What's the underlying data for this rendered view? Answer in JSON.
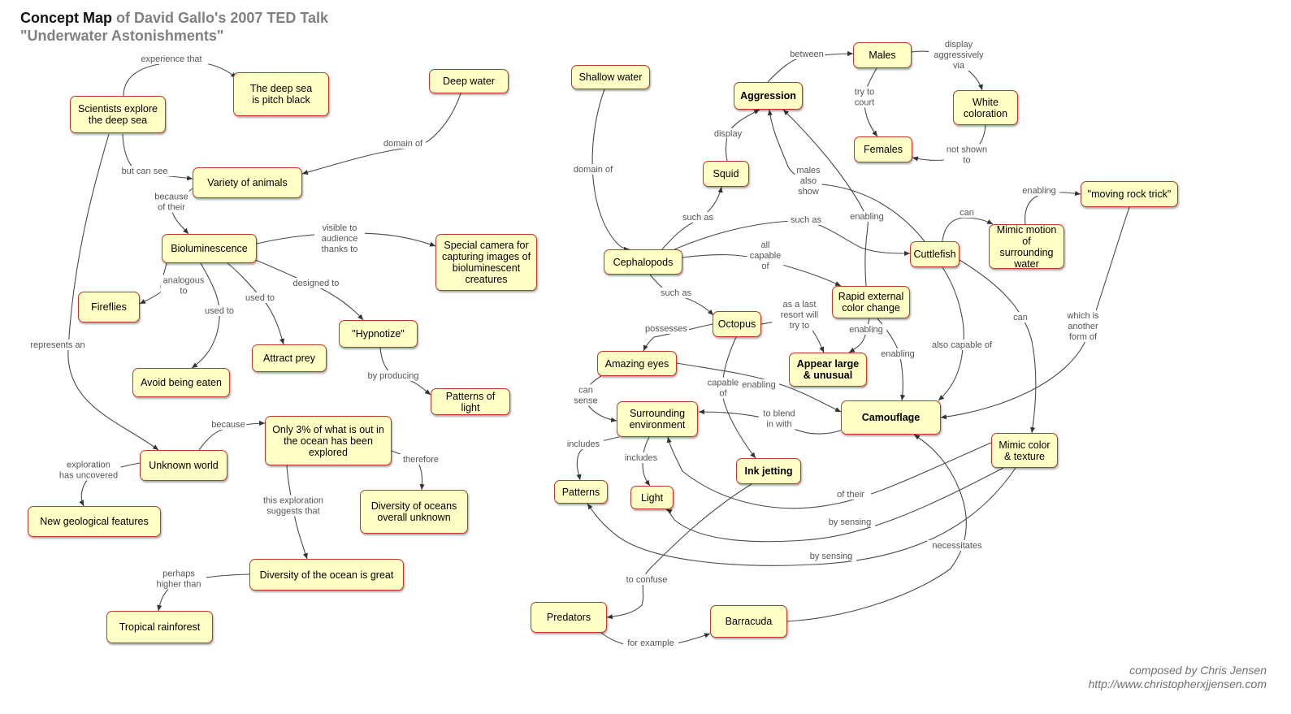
{
  "title": {
    "main": "Concept Map",
    "rest": " of David Gallo's 2007 TED Talk",
    "line2": "\"Underwater Astonishments\""
  },
  "credit": {
    "line1": "composed by Chris Jensen",
    "line2": "http://www.christopherxjjensen.com"
  },
  "nodes": {
    "scientists": "Scientists explore\nthe deep sea",
    "deepsea_black": "The deep sea\nis pitch black",
    "deep_water": "Deep water",
    "variety": "Variety of animals",
    "biolum": "Bioluminescence",
    "camera": "Special camera for\ncapturing images of\nbioluminescent\ncreatures",
    "fireflies": "Fireflies",
    "avoid": "Avoid being eaten",
    "attract": "Attract prey",
    "hypnotize": "\"Hypnotize\"",
    "patterns_light": "Patterns of light",
    "unknown": "Unknown world",
    "only3": "Only 3% of what is out in\nthe ocean has been\nexplored",
    "diversity_unknown": "Diversity of oceans\noverall unknown",
    "geological": "New geological features",
    "diversity_great": "Diversity of the ocean is great",
    "rainforest": "Tropical rainforest",
    "shallow": "Shallow water",
    "aggression": "Aggression",
    "males": "Males",
    "white": "White\ncoloration",
    "females": "Females",
    "squid": "Squid",
    "cephalopods": "Cephalopods",
    "cuttlefish": "Cuttlefish",
    "moving_rock": "\"moving rock trick\"",
    "mimic_motion": "Mimic motion\nof surrounding\nwater",
    "rapid": "Rapid external\ncolor change",
    "octopus": "Octopus",
    "appear": "Appear large\n& unusual",
    "eyes": "Amazing eyes",
    "surrounding": "Surrounding\nenvironment",
    "camouflage": "Camouflage",
    "mimic_color": "Mimic color\n& texture",
    "ink": "Ink jetting",
    "patterns": "Patterns",
    "light": "Light",
    "predators": "Predators",
    "barracuda": "Barracuda"
  },
  "links": {
    "experience_that": "experience that",
    "but_can_see": "but can see",
    "domain_of_1": "domain of",
    "because_of_their": "because\nof their",
    "visible_to": "visible to\naudience\nthanks to",
    "analogous_to": "analogous\nto",
    "used_to_1": "used to",
    "used_to_2": "used to",
    "designed_to": "designed to",
    "by_producing": "by producing",
    "represents_an": "represents an",
    "because": "because",
    "exploration_has": "exploration\nhas uncovered",
    "therefore": "therefore",
    "this_exploration": "this exploration\nsuggests that",
    "perhaps_higher": "perhaps\nhigher than",
    "between": "between",
    "display_aggr": "display\naggressively\nvia",
    "try_to_court": "try to\ncourt",
    "not_shown": "not shown\nto",
    "display": "display",
    "domain_of_2": "domain of",
    "males_also": "males\nalso\nshow",
    "enabling_1": "enabling",
    "such_as_1": "such as",
    "such_as_2": "such as",
    "all_capable": "all\ncapable\nof",
    "can_1": "can",
    "enabling_2": "enabling",
    "such_as_3": "such as",
    "as_last": "as a last\nresort will\ntry to",
    "enabling_3": "enabling",
    "enabling_4": "enabling",
    "also_capable": "also capable of",
    "can_2": "can",
    "which_is": "which is\nanother\nform of",
    "possesses": "possesses",
    "can_sense": "can\nsense",
    "capable_of": "capable\nof",
    "enabling_5": "enabling",
    "to_blend": "to blend\nin with",
    "includes_1": "includes",
    "includes_2": "includes",
    "of_their": "of their",
    "by_sensing_1": "by sensing",
    "by_sensing_2": "by sensing",
    "necessitates": "necessitates",
    "to_confuse": "to confuse",
    "for_example": "for example"
  }
}
